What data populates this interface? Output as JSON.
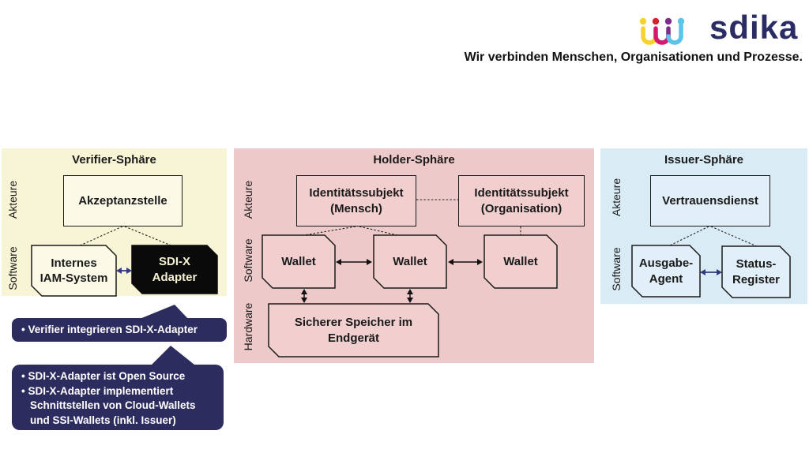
{
  "header": {
    "logo_text": "sdika",
    "tagline": "Wir verbinden Menschen, Organisationen und Prozesse."
  },
  "colors": {
    "verifierBg": "#f8f5d7",
    "verifierBox": "#fcfae7",
    "holderBg": "#eec9c9",
    "holderBox": "#f1cfcf",
    "issuerBg": "#d9ecf5",
    "issuerBox": "#e1f0f8",
    "navy": "#2d2c5f",
    "logoNavy": "#2b2c63",
    "arrowNavy": "#333a80",
    "sdixText": "#f5f1d3",
    "logoYellow": "#f6d32b",
    "logoRed": "#d6212a",
    "logoMagenta": "#d6186e",
    "logoPurple": "#7c2e8a",
    "logoBlue": "#5bc4ea"
  },
  "spheres": {
    "verifier": {
      "title": "Verifier-Sphäre",
      "rows": [
        "Akteure",
        "Software"
      ],
      "boxes": {
        "akzeptanzstelle": "Akzeptanzstelle",
        "iam": "Internes\nIAM-System",
        "sdix": "SDI-X\nAdapter"
      }
    },
    "holder": {
      "title": "Holder-Sphäre",
      "rows": [
        "Akteure",
        "Software",
        "Hardware"
      ],
      "boxes": {
        "subject_human": "Identitätssubjekt\n(Mensch)",
        "subject_org": "Identitätssubjekt\n(Organisation)",
        "secure_storage": "Sicherer Speicher im\nEndgerät"
      },
      "wallets": [
        "Wallet",
        "Wallet",
        "Wallet"
      ]
    },
    "issuer": {
      "title": "Issuer-Sphäre",
      "rows": [
        "Akteure",
        "Software"
      ],
      "boxes": {
        "vertrauensdienst": "Vertrauensdienst",
        "ausgabe_agent": "Ausgabe-\nAgent",
        "status_register": "Status-\nRegister"
      }
    }
  },
  "callouts": {
    "bubble1": {
      "lines": [
        "• Verifier integrieren SDI-X-Adapter"
      ]
    },
    "bubble2": {
      "lines": [
        "• SDI-X-Adapter ist Open Source",
        "• SDI-X-Adapter implementiert",
        "Schnittstellen von Cloud-Wallets",
        "und SSI-Wallets (inkl. Issuer)"
      ]
    }
  }
}
